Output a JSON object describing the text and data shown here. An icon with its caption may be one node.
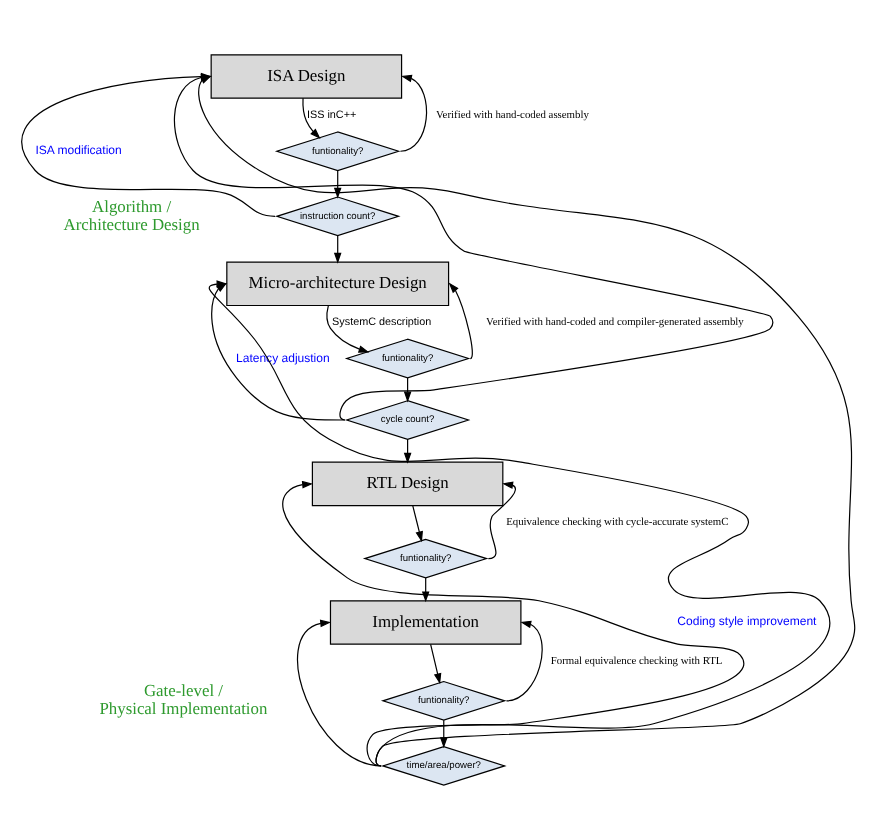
{
  "diagram": {
    "nodes": [
      {
        "text": [
          "ISA Design"
        ]
      },
      {
        "text": [
          "funtionality?"
        ]
      },
      {
        "text": [
          "instruction count?"
        ]
      },
      {
        "text": [
          "Micro-architecture Design"
        ]
      },
      {
        "text": [
          "funtionality?"
        ]
      },
      {
        "text": [
          "cycle count?"
        ]
      },
      {
        "text": [
          "RTL Design"
        ]
      },
      {
        "text": [
          "funtionality?"
        ]
      },
      {
        "text": [
          "Implementation"
        ]
      },
      {
        "text": [
          "funtionality?"
        ]
      },
      {
        "text": [
          "time/area/power?"
        ]
      }
    ],
    "edges": [
      {
        "from": 0,
        "to": 1,
        "arrow": "to",
        "label": "ISS inC++"
      },
      {
        "from": 1,
        "to": 0,
        "arrow": "to",
        "label": "Verified with hand-coded assembly"
      },
      {
        "from": 1,
        "to": 2,
        "arrow": "to"
      },
      {
        "from": 2,
        "to": 0,
        "arrow": "to",
        "label": "ISA modification"
      },
      {
        "from": 2,
        "to": 3,
        "arrow": "to"
      },
      {
        "from": 3,
        "to": 4,
        "arrow": "to",
        "label": "SystemC description"
      },
      {
        "from": 4,
        "to": 3,
        "arrow": "to",
        "label": "Verified with hand-coded and compiler-generated assembly"
      },
      {
        "from": 4,
        "to": 5,
        "arrow": "to"
      },
      {
        "from": 5,
        "to": 0,
        "arrow": "to"
      },
      {
        "from": 5,
        "to": 3,
        "arrow": "to",
        "label": "Latency adjustion"
      },
      {
        "from": 5,
        "to": 6,
        "arrow": "to"
      },
      {
        "from": 6,
        "to": 7,
        "arrow": "to"
      },
      {
        "from": 7,
        "to": 6,
        "arrow": "to",
        "label": "Equivalence checking with cycle-accurate systemC"
      },
      {
        "from": 7,
        "to": 8,
        "arrow": "to"
      },
      {
        "from": 8,
        "to": 9,
        "arrow": "to"
      },
      {
        "from": 9,
        "to": 8,
        "arrow": "to",
        "label": "Formal equivalence checking with RTL"
      },
      {
        "from": 9,
        "to": 10,
        "arrow": "to"
      },
      {
        "from": 10,
        "to": 0,
        "arrow": "to"
      },
      {
        "from": 10,
        "to": 3,
        "arrow": "to"
      },
      {
        "from": 10,
        "to": 6,
        "arrow": "to",
        "label": "Coding style improvement"
      },
      {
        "from": 10,
        "to": 8,
        "arrow": "to"
      }
    ],
    "labels": [
      "Algorithm / Architecture Design",
      "Gate-level / Physical Implementation"
    ]
  }
}
